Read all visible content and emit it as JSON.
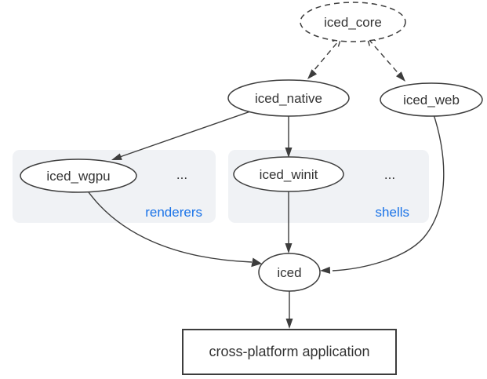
{
  "diagram": {
    "description": "iced ecosystem dependency graph",
    "colors": {
      "background": "#ffffff",
      "stroke": "#3d3d3d",
      "text": "#333333",
      "accent_blue": "#1a73e8",
      "group_fill": "#f0f2f5"
    },
    "nodes": {
      "iced_core": {
        "label": "iced_core",
        "shape": "dashed-ellipse"
      },
      "iced_native": {
        "label": "iced_native",
        "shape": "ellipse"
      },
      "iced_web": {
        "label": "iced_web",
        "shape": "ellipse"
      },
      "iced_wgpu": {
        "label": "iced_wgpu",
        "shape": "ellipse"
      },
      "iced_winit": {
        "label": "iced_winit",
        "shape": "ellipse"
      },
      "iced": {
        "label": "iced",
        "shape": "ellipse"
      },
      "application": {
        "label": "cross-platform application",
        "shape": "rectangle"
      }
    },
    "groups": {
      "renderers": {
        "label": "renderers",
        "ellipsis": "...",
        "contains": [
          "iced_wgpu"
        ]
      },
      "shells": {
        "label": "shells",
        "ellipsis": "...",
        "contains": [
          "iced_winit"
        ]
      }
    },
    "edges": [
      {
        "from": "iced_core",
        "to": "iced_native",
        "style": "dashed"
      },
      {
        "from": "iced_core",
        "to": "iced_web",
        "style": "dashed"
      },
      {
        "from": "iced_native",
        "to": "iced_wgpu",
        "style": "solid"
      },
      {
        "from": "iced_native",
        "to": "iced_winit",
        "style": "solid"
      },
      {
        "from": "iced_wgpu",
        "to": "iced",
        "style": "solid-curve"
      },
      {
        "from": "iced_winit",
        "to": "iced",
        "style": "solid"
      },
      {
        "from": "iced_web",
        "to": "iced",
        "style": "solid-curve"
      },
      {
        "from": "iced",
        "to": "application",
        "style": "solid"
      }
    ]
  }
}
